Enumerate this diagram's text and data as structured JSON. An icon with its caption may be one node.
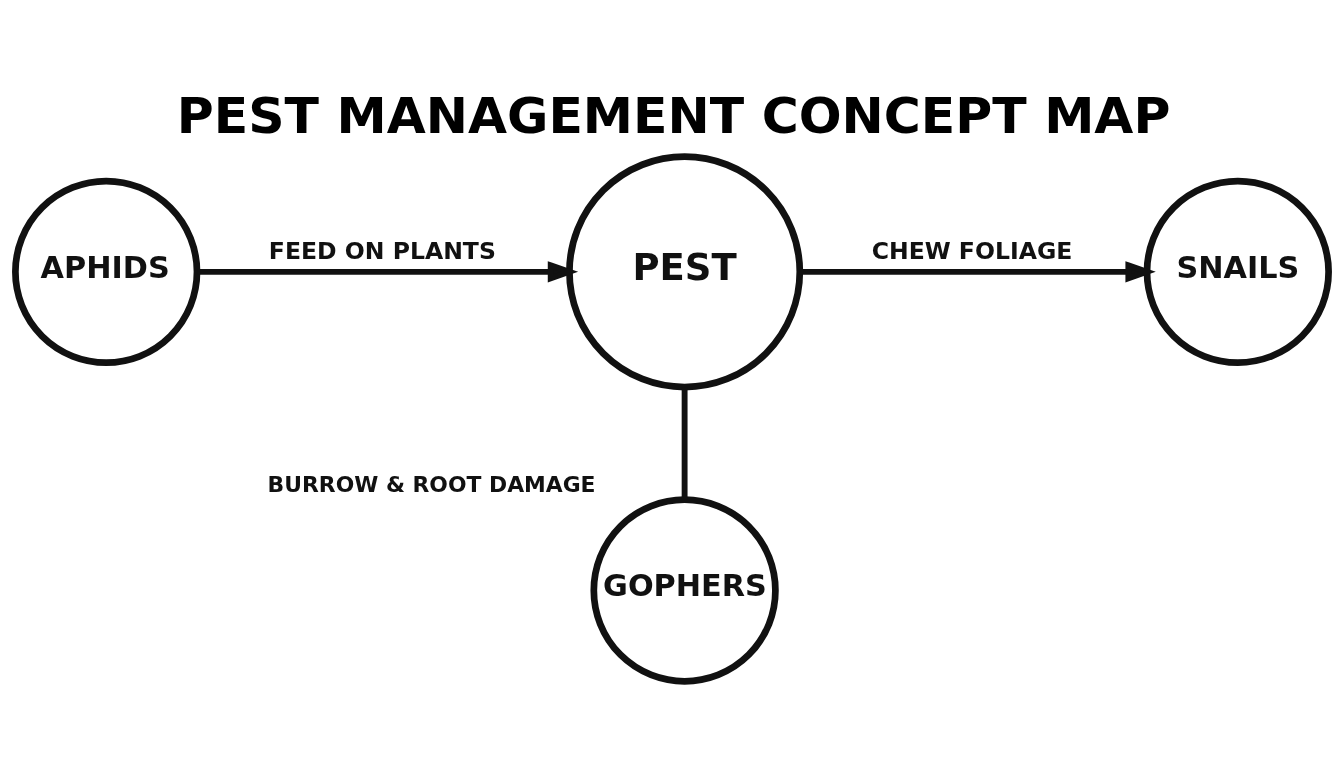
{
  "diagram": {
    "title": "PEST MANAGEMENT CONCEPT MAP",
    "nodes": [
      {
        "text": [
          "APHIDS"
        ]
      },
      {
        "text": [
          "PEST"
        ]
      },
      {
        "text": [
          "SNAILS"
        ]
      },
      {
        "text": [
          "GOPHERS"
        ],
        "beside": [
          "BURROW & ROOT DAMAGE"
        ]
      }
    ],
    "edges": [
      {
        "from": 0,
        "to": 1,
        "arrow": "to",
        "label": "FEED ON PLANTS"
      },
      {
        "from": 1,
        "to": 2,
        "arrow": "to",
        "label": "CHEW FOLIAGE"
      },
      {
        "from": 1,
        "to": 3,
        "arrow": "none"
      }
    ]
  }
}
